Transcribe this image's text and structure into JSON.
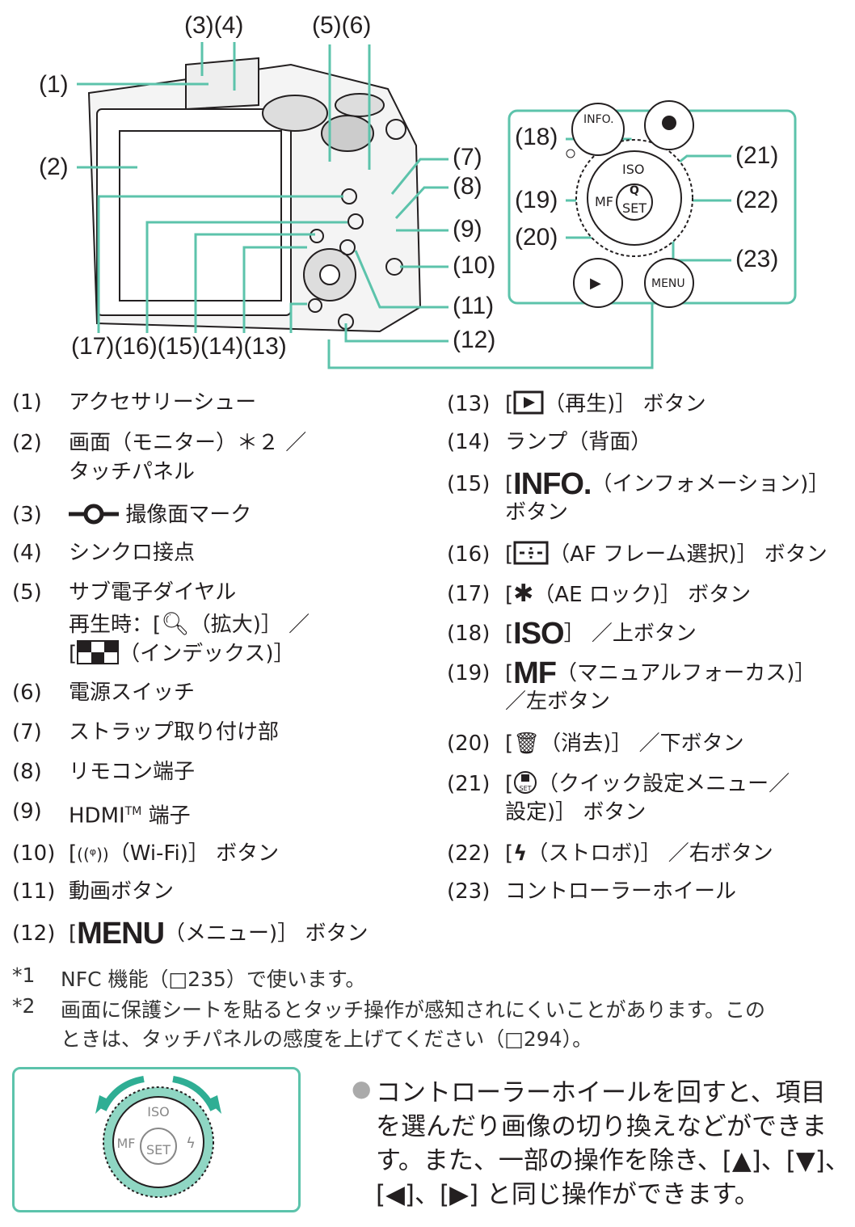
{
  "callouts": {
    "c34": "(3)(4)",
    "c56": "(5)(6)",
    "c1": "(1)",
    "c2": "(2)",
    "c7": "(7)",
    "c8": "(8)",
    "c9": "(9)",
    "c10": "(10)",
    "c11": "(11)",
    "c12": "(12)",
    "cbottom": "(17)(16)(15)(14)(13)",
    "c18": "(18)",
    "c19": "(19)",
    "c20": "(20)",
    "c21": "(21)",
    "c22": "(22)",
    "c23": "(23)"
  },
  "wheel_labels": {
    "iso": "ISO",
    "mf": "MF",
    "set": "SET",
    "q": "Q",
    "info": "INFO.",
    "menu": "MENU"
  },
  "left": [
    {
      "n": "(1)",
      "t": "アクセサリーシュー"
    },
    {
      "n": "(2)",
      "t": "画面（モニター）＊２ ／",
      "t2": "タッチパネル"
    },
    {
      "n": "(3)",
      "t": "撮像面マーク"
    },
    {
      "n": "(4)",
      "t": "シンクロ接点"
    },
    {
      "n": "(5)",
      "t": "サブ電子ダイヤル",
      "t2a": "再生時：[",
      "t2b": "（拡大)］ ／",
      "t3a": "[",
      "t3b": "（インデックス)］"
    },
    {
      "n": "(6)",
      "t": "電源スイッチ"
    },
    {
      "n": "(7)",
      "t": "ストラップ取り付け部"
    },
    {
      "n": "(8)",
      "t": "リモコン端子"
    },
    {
      "n": "(9)",
      "t": "HDMI",
      "sup": "TM",
      "tb": " 端子"
    },
    {
      "n": "(10)",
      "ta": "[",
      "tb": "（Wi-Fi)］ ボタン"
    },
    {
      "n": "(11)",
      "t": "動画ボタン"
    },
    {
      "n": "(12)",
      "ta": "[",
      "big": "MENU",
      "tb": "（メニュー)］ ボタン"
    }
  ],
  "right": [
    {
      "n": "(13)",
      "ta": "[",
      "tb": "（再生)］ ボタン"
    },
    {
      "n": "(14)",
      "t": "ランプ（背面）"
    },
    {
      "n": "(15)",
      "ta": "[",
      "big": "INFO.",
      "tb": "（インフォメーション)］",
      "t2": "ボタン"
    },
    {
      "n": "(16)",
      "ta": "[",
      "tb": "（AF フレーム選択)］ ボタン"
    },
    {
      "n": "(17)",
      "ta": "[",
      "tb": "（AE ロック)］ ボタン"
    },
    {
      "n": "(18)",
      "ta": "[",
      "big": "ISO",
      "tb": "］ ／上ボタン"
    },
    {
      "n": "(19)",
      "ta": "[",
      "big": "MF",
      "tb": "（マニュアルフォーカス)］",
      "t2": "／左ボタン"
    },
    {
      "n": "(20)",
      "ta": "[",
      "tb": "（消去)］ ／下ボタン"
    },
    {
      "n": "(21)",
      "ta": "[",
      "tb": "（クイック設定メニュー／",
      "t2": "設定)］ ボタン"
    },
    {
      "n": "(22)",
      "ta": "[",
      "tb": "（ストロボ)］ ／右ボタン"
    },
    {
      "n": "(23)",
      "t": "コントローラーホイール"
    }
  ],
  "footnotes": [
    {
      "m": "*1",
      "t": "NFC 機能（□235）で使います。"
    },
    {
      "m": "*2",
      "t": "画面に保護シートを貼るとタッチ操作が感知されにくいことがあります。この",
      "t2": "ときは、タッチパネルの感度を上げてください（□294）。"
    }
  ],
  "bullet": [
    "コントローラーホイールを回すと、項目",
    "を選んだり画像の切り換えなどができま",
    "す。また、一部の操作を除き、[▲]、[▼]、",
    "[◀]、[▶] と同じ操作ができます。"
  ],
  "colors": {
    "accent": "#5cc3ab",
    "text": "#231f20"
  }
}
